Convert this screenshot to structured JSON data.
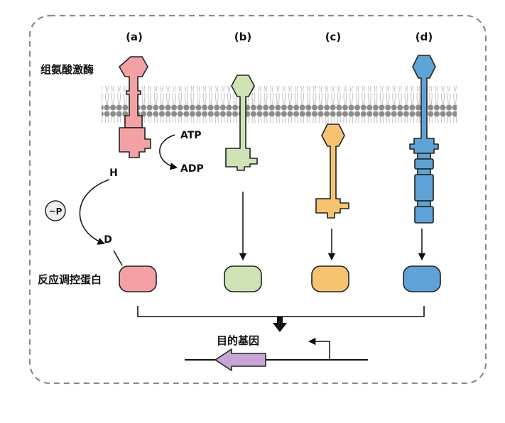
{
  "panels": {
    "a": "(a)",
    "b": "(b)",
    "c": "(c)",
    "d": "(d)"
  },
  "labels": {
    "histidine_kinase": "组氨酸激酶",
    "response_regulator": "反应调控蛋白",
    "target_gene": "目的基因",
    "atp": "ATP",
    "adp": "ADP",
    "his": "H",
    "asp": "D",
    "phospho": "~P"
  },
  "colors": {
    "pink": "#f3a1a5",
    "green": "#cfe3b4",
    "orange": "#f6c471",
    "blue": "#5fa3d6",
    "purple": "#c7a6d6",
    "membrane_head": "#8c8c8c",
    "border_dash": "#8a8a8a"
  }
}
